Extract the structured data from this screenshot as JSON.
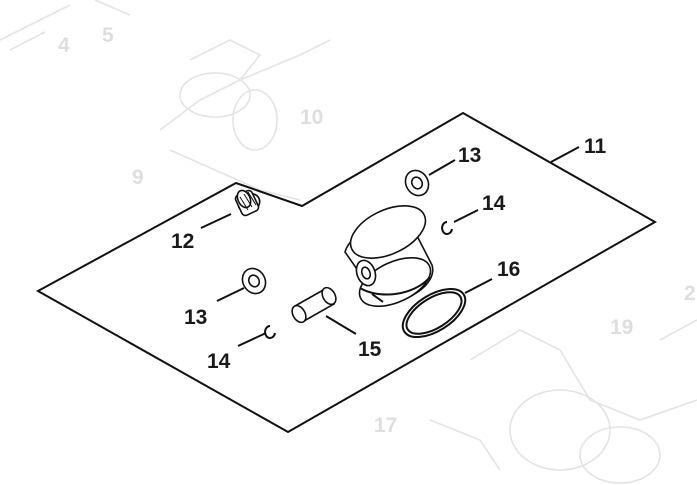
{
  "callouts": {
    "c11": "11",
    "c12": "12",
    "c13a": "13",
    "c13b": "13",
    "c14a": "14",
    "c14b": "14",
    "c15": "15",
    "c16": "16"
  },
  "background_callouts": {
    "g4": "4",
    "g5": "5",
    "g9": "9",
    "g10": "10",
    "g17": "17",
    "g19": "19",
    "g2": "2"
  },
  "colors": {
    "ink": "#111111",
    "ghost": "#dedede",
    "background": "#ffffff"
  }
}
